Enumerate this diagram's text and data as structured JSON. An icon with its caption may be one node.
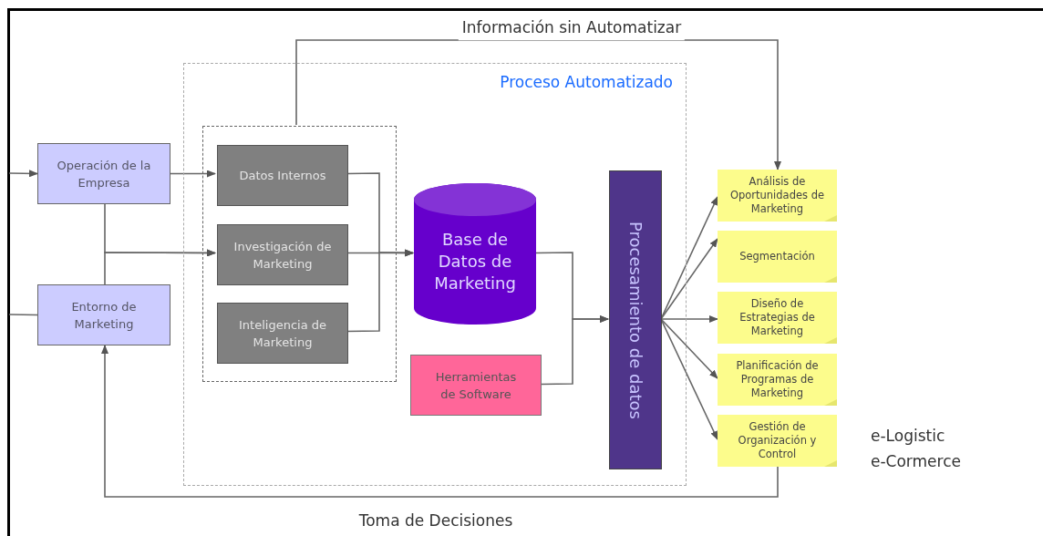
{
  "diagram": {
    "nodes": [
      {
        "text": [
          "Proceso Automatizado"
        ]
      },
      {
        "text": [],
        "shape": "box",
        "in": 0
      },
      {
        "text": [
          "Operación de la Empresa"
        ]
      },
      {
        "text": [
          "Entorno de Marketing"
        ]
      },
      {
        "text": [
          "Datos Internos"
        ],
        "in": 1
      },
      {
        "text": [
          "Investigación de Marketing"
        ],
        "in": 1
      },
      {
        "text": [
          "Inteligencia de Marketing"
        ],
        "in": 1
      },
      {
        "text": [
          "Base de Datos de Marketing"
        ],
        "in": 0
      },
      {
        "text": [
          "Herramientas de Software"
        ],
        "in": 0
      },
      {
        "text": [
          "Procesamiento de datos"
        ],
        "in": 0
      },
      {
        "text": [
          "Análisis de Oportunidades de Marketing"
        ]
      },
      {
        "text": [
          "Segmentación"
        ]
      },
      {
        "text": [
          "Diseño de Estrategias de Marketing"
        ]
      },
      {
        "text": [
          "Planificación de Programas de Marketing"
        ]
      },
      {
        "text": [
          "Gestión de Organización y Control"
        ]
      }
    ],
    "edges": [
      {
        "from": null,
        "to": 2,
        "arrow": "to"
      },
      {
        "from": 2,
        "to": 4,
        "arrow": "to"
      },
      {
        "from": 2,
        "to": 5,
        "arrow": "to"
      },
      {
        "from": 3,
        "to": 5,
        "arrow": "to"
      },
      {
        "from": null,
        "to": 3,
        "arrow": "none"
      },
      {
        "from": 4,
        "to": 7,
        "arrow": "to"
      },
      {
        "from": 5,
        "to": 7,
        "arrow": "to"
      },
      {
        "from": 6,
        "to": 7,
        "arrow": "to"
      },
      {
        "from": 1,
        "to": 10,
        "arrow": "to",
        "label": "Información sin Automatizar"
      },
      {
        "from": 7,
        "to": 9,
        "arrow": "to"
      },
      {
        "from": 8,
        "to": 9,
        "arrow": "to"
      },
      {
        "from": 9,
        "to": 10,
        "arrow": "to"
      },
      {
        "from": 9,
        "to": 11,
        "arrow": "to"
      },
      {
        "from": 9,
        "to": 12,
        "arrow": "to"
      },
      {
        "from": 9,
        "to": 13,
        "arrow": "to"
      },
      {
        "from": 9,
        "to": 14,
        "arrow": "to"
      },
      {
        "from": 14,
        "to": 3,
        "arrow": "to",
        "label": "Toma de Decisiones"
      }
    ],
    "labels": [
      "e-Logistic",
      "e-Cormerce"
    ]
  }
}
